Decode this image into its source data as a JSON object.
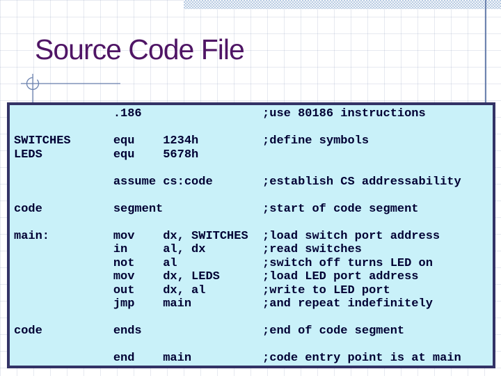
{
  "slide": {
    "title": "Source Code File"
  },
  "code_panel": {
    "font_columns": {
      "label": 0,
      "mnemonic": 14,
      "operands": 21,
      "comment": 35
    },
    "lines": [
      {
        "mnemonic": ".186",
        "comment": ";use 80186 instructions"
      },
      {
        "blank": true
      },
      {
        "label": "SWITCHES",
        "mnemonic": "equ",
        "operands": "1234h",
        "comment": ";define symbols"
      },
      {
        "label": "LEDS",
        "mnemonic": "equ",
        "operands": "5678h"
      },
      {
        "blank": true
      },
      {
        "mnemonic": "assume cs:code",
        "comment": ";establish CS addressability"
      },
      {
        "blank": true
      },
      {
        "label": "code",
        "mnemonic": "segment",
        "comment": ";start of code segment"
      },
      {
        "blank": true
      },
      {
        "label": "main:",
        "mnemonic": "mov",
        "operands": "dx, SWITCHES",
        "comment": ";load switch port address"
      },
      {
        "mnemonic": "in",
        "operands": "al, dx",
        "comment": ";read switches"
      },
      {
        "mnemonic": "not",
        "operands": "al",
        "comment": ";switch off turns LED on"
      },
      {
        "mnemonic": "mov",
        "operands": "dx, LEDS",
        "comment": ";load LED port address"
      },
      {
        "mnemonic": "out",
        "operands": "dx, al",
        "comment": ";write to LED port"
      },
      {
        "mnemonic": "jmp",
        "operands": "main",
        "comment": ";and repeat indefinitely"
      },
      {
        "blank": true
      },
      {
        "label": "code",
        "mnemonic": "ends",
        "comment": ";end of code segment"
      },
      {
        "blank": true
      },
      {
        "mnemonic": "end",
        "operands": "main",
        "comment": ";code entry point is at main"
      }
    ]
  },
  "colors": {
    "title_text": "#4f1565",
    "panel_background": "#c9f1f9",
    "panel_border": "#333366",
    "code_text": "#000033",
    "accent_line": "#6d83af",
    "header_bar": "#b9cbe2"
  }
}
